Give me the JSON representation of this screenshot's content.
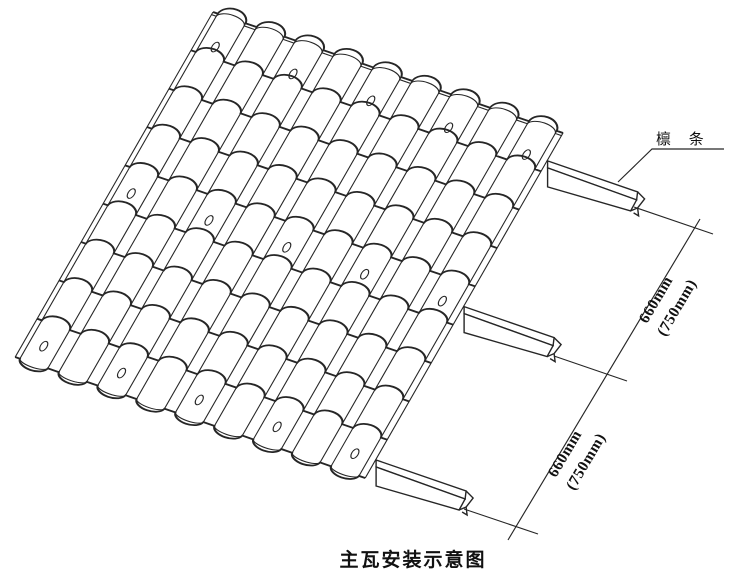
{
  "diagram": {
    "title": "主瓦安装示意图",
    "labels": {
      "purlin": "檩 条"
    },
    "dimensions": {
      "upper": {
        "primary": "660mm",
        "alternate": "(750mm)"
      },
      "lower": {
        "primary": "660mm",
        "alternate": "(750mm)"
      }
    },
    "colors": {
      "line": "#262626",
      "text": "#111111",
      "background": "#ffffff"
    }
  }
}
